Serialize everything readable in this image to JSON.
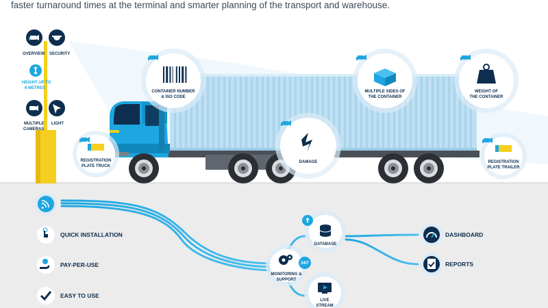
{
  "intro_text": "faster turnaround times at the terminal and smarter planning of the transport and warehouse.",
  "pole": {
    "overview": "OVERVIEW",
    "security": "SECURITY",
    "height_line1": "HEIGHT UP TO",
    "height_line2": "6 METRES",
    "multiple_line1": "MULTIPLE",
    "multiple_line2": "CAMERAS",
    "light": "LIGHT"
  },
  "callouts": {
    "container_number_line1": "CONTAINER NUMBER",
    "container_number_line2": "& ISO CODE",
    "multiple_sides_line1": "MULTIPLE SIDES OF",
    "multiple_sides_line2": "THE CONTAINER",
    "weight_line1": "WEIGHT OF",
    "weight_line2": "THE CONTAINER",
    "damage": "DAMAGE",
    "plate_truck_line1": "REGISTRATION",
    "plate_truck_line2": "PLATE TRUCK",
    "plate_trailer_line1": "REGISTRATION",
    "plate_trailer_line2": "PLATE TRAILER"
  },
  "features": [
    {
      "label": "QUICK INSTALLATION",
      "icon": "hand-touch-icon"
    },
    {
      "label": "PAY-PER-USE",
      "icon": "hand-coin-icon"
    },
    {
      "label": "EASY TO USE",
      "icon": "checkmark-icon"
    }
  ],
  "hubs": {
    "database": "DATABASE",
    "monitoring_line1": "MONITORING &",
    "monitoring_line2": "SUPPORT",
    "badge_247": "24/7",
    "live_line1": "LIVE",
    "live_line2": "STREAM"
  },
  "outputs": [
    {
      "label": "DASHBOARD",
      "icon": "gauge-icon"
    },
    {
      "label": "REPORTS",
      "icon": "report-check-icon"
    }
  ],
  "colors": {
    "navy": "#0d2e4e",
    "blue": "#1ea6e0",
    "light_blue": "#b9dcf0",
    "yellow": "#f5cf1f",
    "grey": "#ececec"
  }
}
